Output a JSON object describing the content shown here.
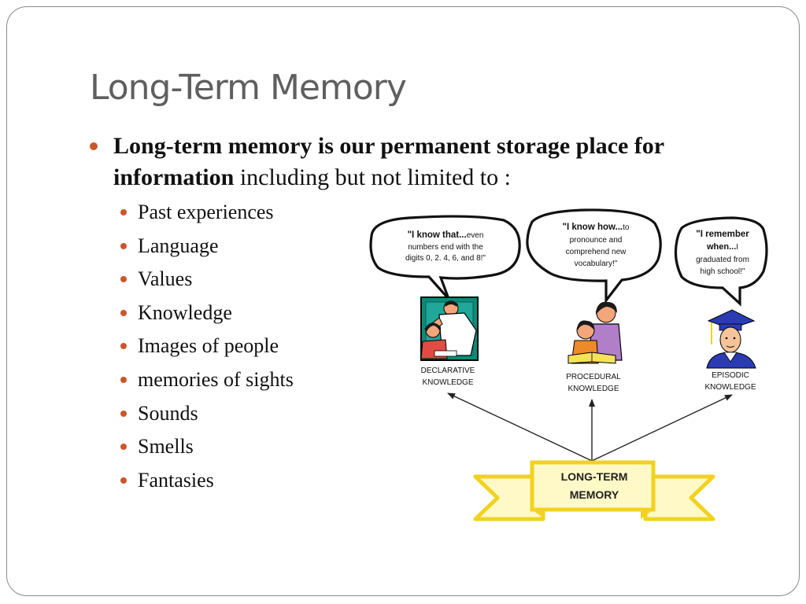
{
  "slide": {
    "title": "Long-Term Memory",
    "main_bullet": {
      "bold_text": "Long-term memory is our permanent storage place for information",
      "normal_text": " including but not limited to :"
    },
    "sub_bullets": [
      "Past experiences",
      "Language",
      "Values",
      "Knowledge",
      "Images of people",
      "memories of sights",
      "Sounds",
      "Smells",
      "Fantasies"
    ]
  },
  "diagram": {
    "center_label_line1": "LONG-TERM",
    "center_label_line2": "MEMORY",
    "declarative": {
      "bubble_bold": "\"I know that...",
      "bubble_line1_rest": "even",
      "bubble_line2": "numbers end with the",
      "bubble_line3": "digits 0, 2. 4, 6, and 8!\"",
      "label_line1": "DECLARATIVE",
      "label_line2": "KNOWLEDGE"
    },
    "procedural": {
      "bubble_bold": "\"I know how...",
      "bubble_line1_rest": "to",
      "bubble_line2": "pronounce and",
      "bubble_line3": "comprehend new",
      "bubble_line4": "vocabulary!\"",
      "label_line1": "PROCEDURAL",
      "label_line2": "KNOWLEDGE"
    },
    "episodic": {
      "bubble_line1": "\"I remember",
      "bubble_line2_bold": "when...",
      "bubble_line2_rest": "I",
      "bubble_line3": "graduated from",
      "bubble_line4": "high school!\"",
      "label_line1": "EPISODIC",
      "label_line2": "KNOWLEDGE"
    }
  },
  "colors": {
    "title": "#5f5f5f",
    "bullet": "#c9572a",
    "ribbon_fill": "#fff9c8",
    "ribbon_stroke": "#f2d21f"
  }
}
